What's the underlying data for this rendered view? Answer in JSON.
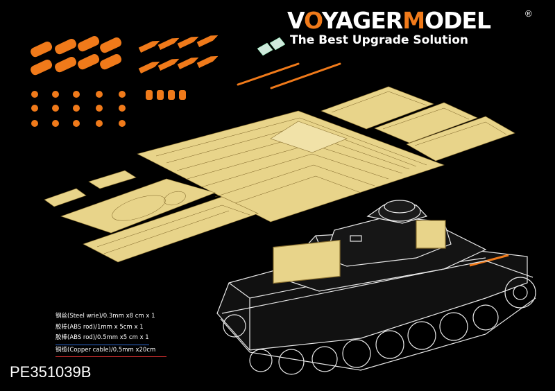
{
  "brand": {
    "name_part1": "V",
    "name_o": "O",
    "name_part2": "YAGER",
    "name_m": "M",
    "name_part3": "ODEL",
    "registered": "®",
    "tagline": "The Best Upgrade Solution"
  },
  "materials": [
    {
      "text": "钢丝(Steel wrie)/0.3mm x8 cm x 1",
      "underline": "none"
    },
    {
      "text": "胶棒(ABS rod)/1mm x 5cm x 1",
      "underline": "none"
    },
    {
      "text": "胶棒(ABS rod)/0.5mm x5 cm x 1",
      "underline": "blue"
    },
    {
      "text": "铜缆(Copper cable)/0.5mm x20cm",
      "underline": "red"
    }
  ],
  "product_code": "PE351039B",
  "colors": {
    "background": "#000000",
    "resin_orange": "#f07a1a",
    "brass": "#e8d48a",
    "brand_accent": "#f07a1a"
  }
}
